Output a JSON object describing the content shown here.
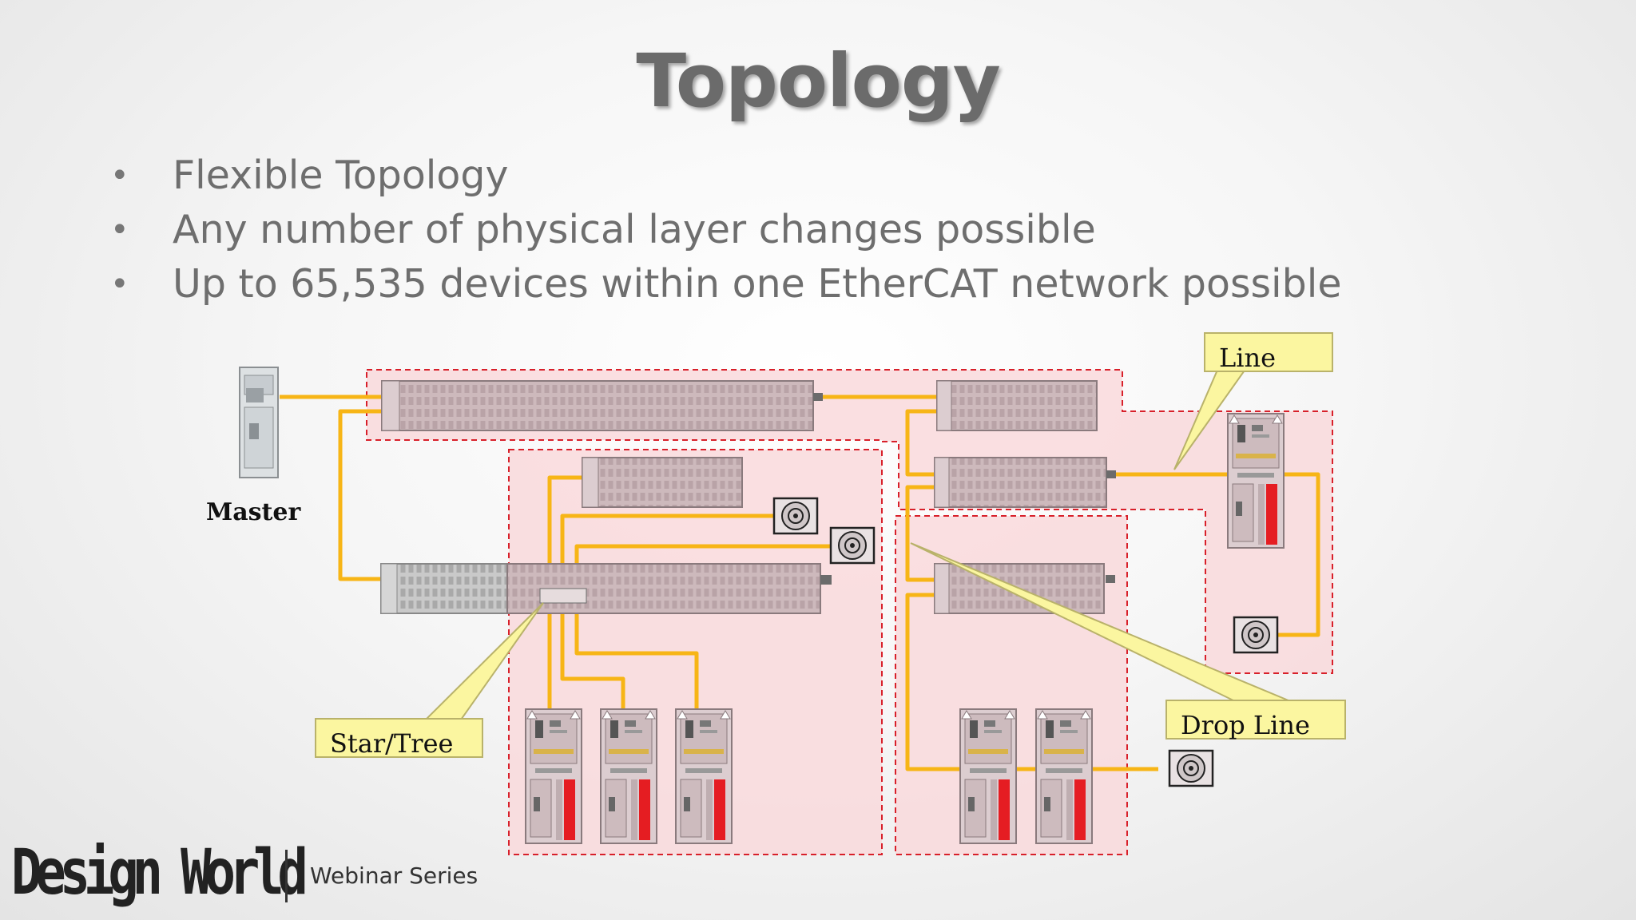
{
  "slide": {
    "title": "Topology",
    "bullets": [
      "Flexible Topology",
      "Any number of physical layer changes possible",
      "Up to 65,535 devices within one EtherCAT network possible"
    ]
  },
  "diagram": {
    "master_label": "Master",
    "callouts": {
      "line": "Line",
      "star_tree": "Star/Tree",
      "drop_line": "Drop Line"
    },
    "colors": {
      "cable": "#f7b516",
      "zone_fill": "#f9d9dc",
      "zone_border": "#d8202a",
      "callout_fill": "#fbf6a0",
      "device_body": "#d8c8ca"
    }
  },
  "footer": {
    "logo": "Design World",
    "series": "Webinar Series"
  }
}
